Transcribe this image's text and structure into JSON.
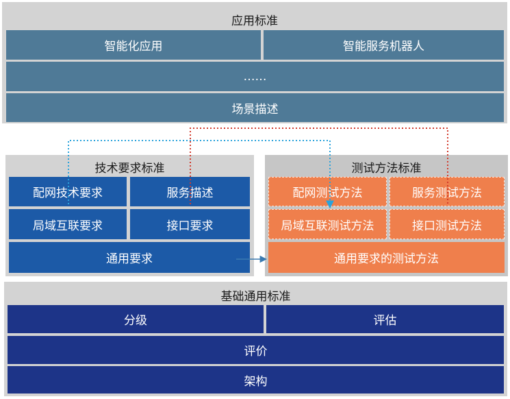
{
  "app_standards": {
    "title": "应用标准",
    "items": [
      "智能化应用",
      "智能服务机器人",
      "……",
      "场景描述"
    ]
  },
  "tech_requirements": {
    "title": "技术要求标准",
    "items": [
      "配网技术要求",
      "服务描述",
      "局域互联要求",
      "接口要求",
      "通用要求"
    ]
  },
  "test_methods": {
    "title": "测试方法标准",
    "items": [
      "配网测试方法",
      "服务测试方法",
      "局域互联测试方法",
      "接口测试方法",
      "通用要求的测试方法"
    ]
  },
  "base_standards": {
    "title": "基础通用标准",
    "items": [
      "分级",
      "评估",
      "评价",
      "架构"
    ]
  },
  "colors": {
    "panel_bg": "#d3d3d3",
    "steel": "#4f7a97",
    "blue": "#1c5aa7",
    "navy": "#1d3488",
    "orange": "#ef7f4c",
    "blue_dotted_line": "#2aa3dc",
    "red_dotted_line": "#d23a2c"
  }
}
